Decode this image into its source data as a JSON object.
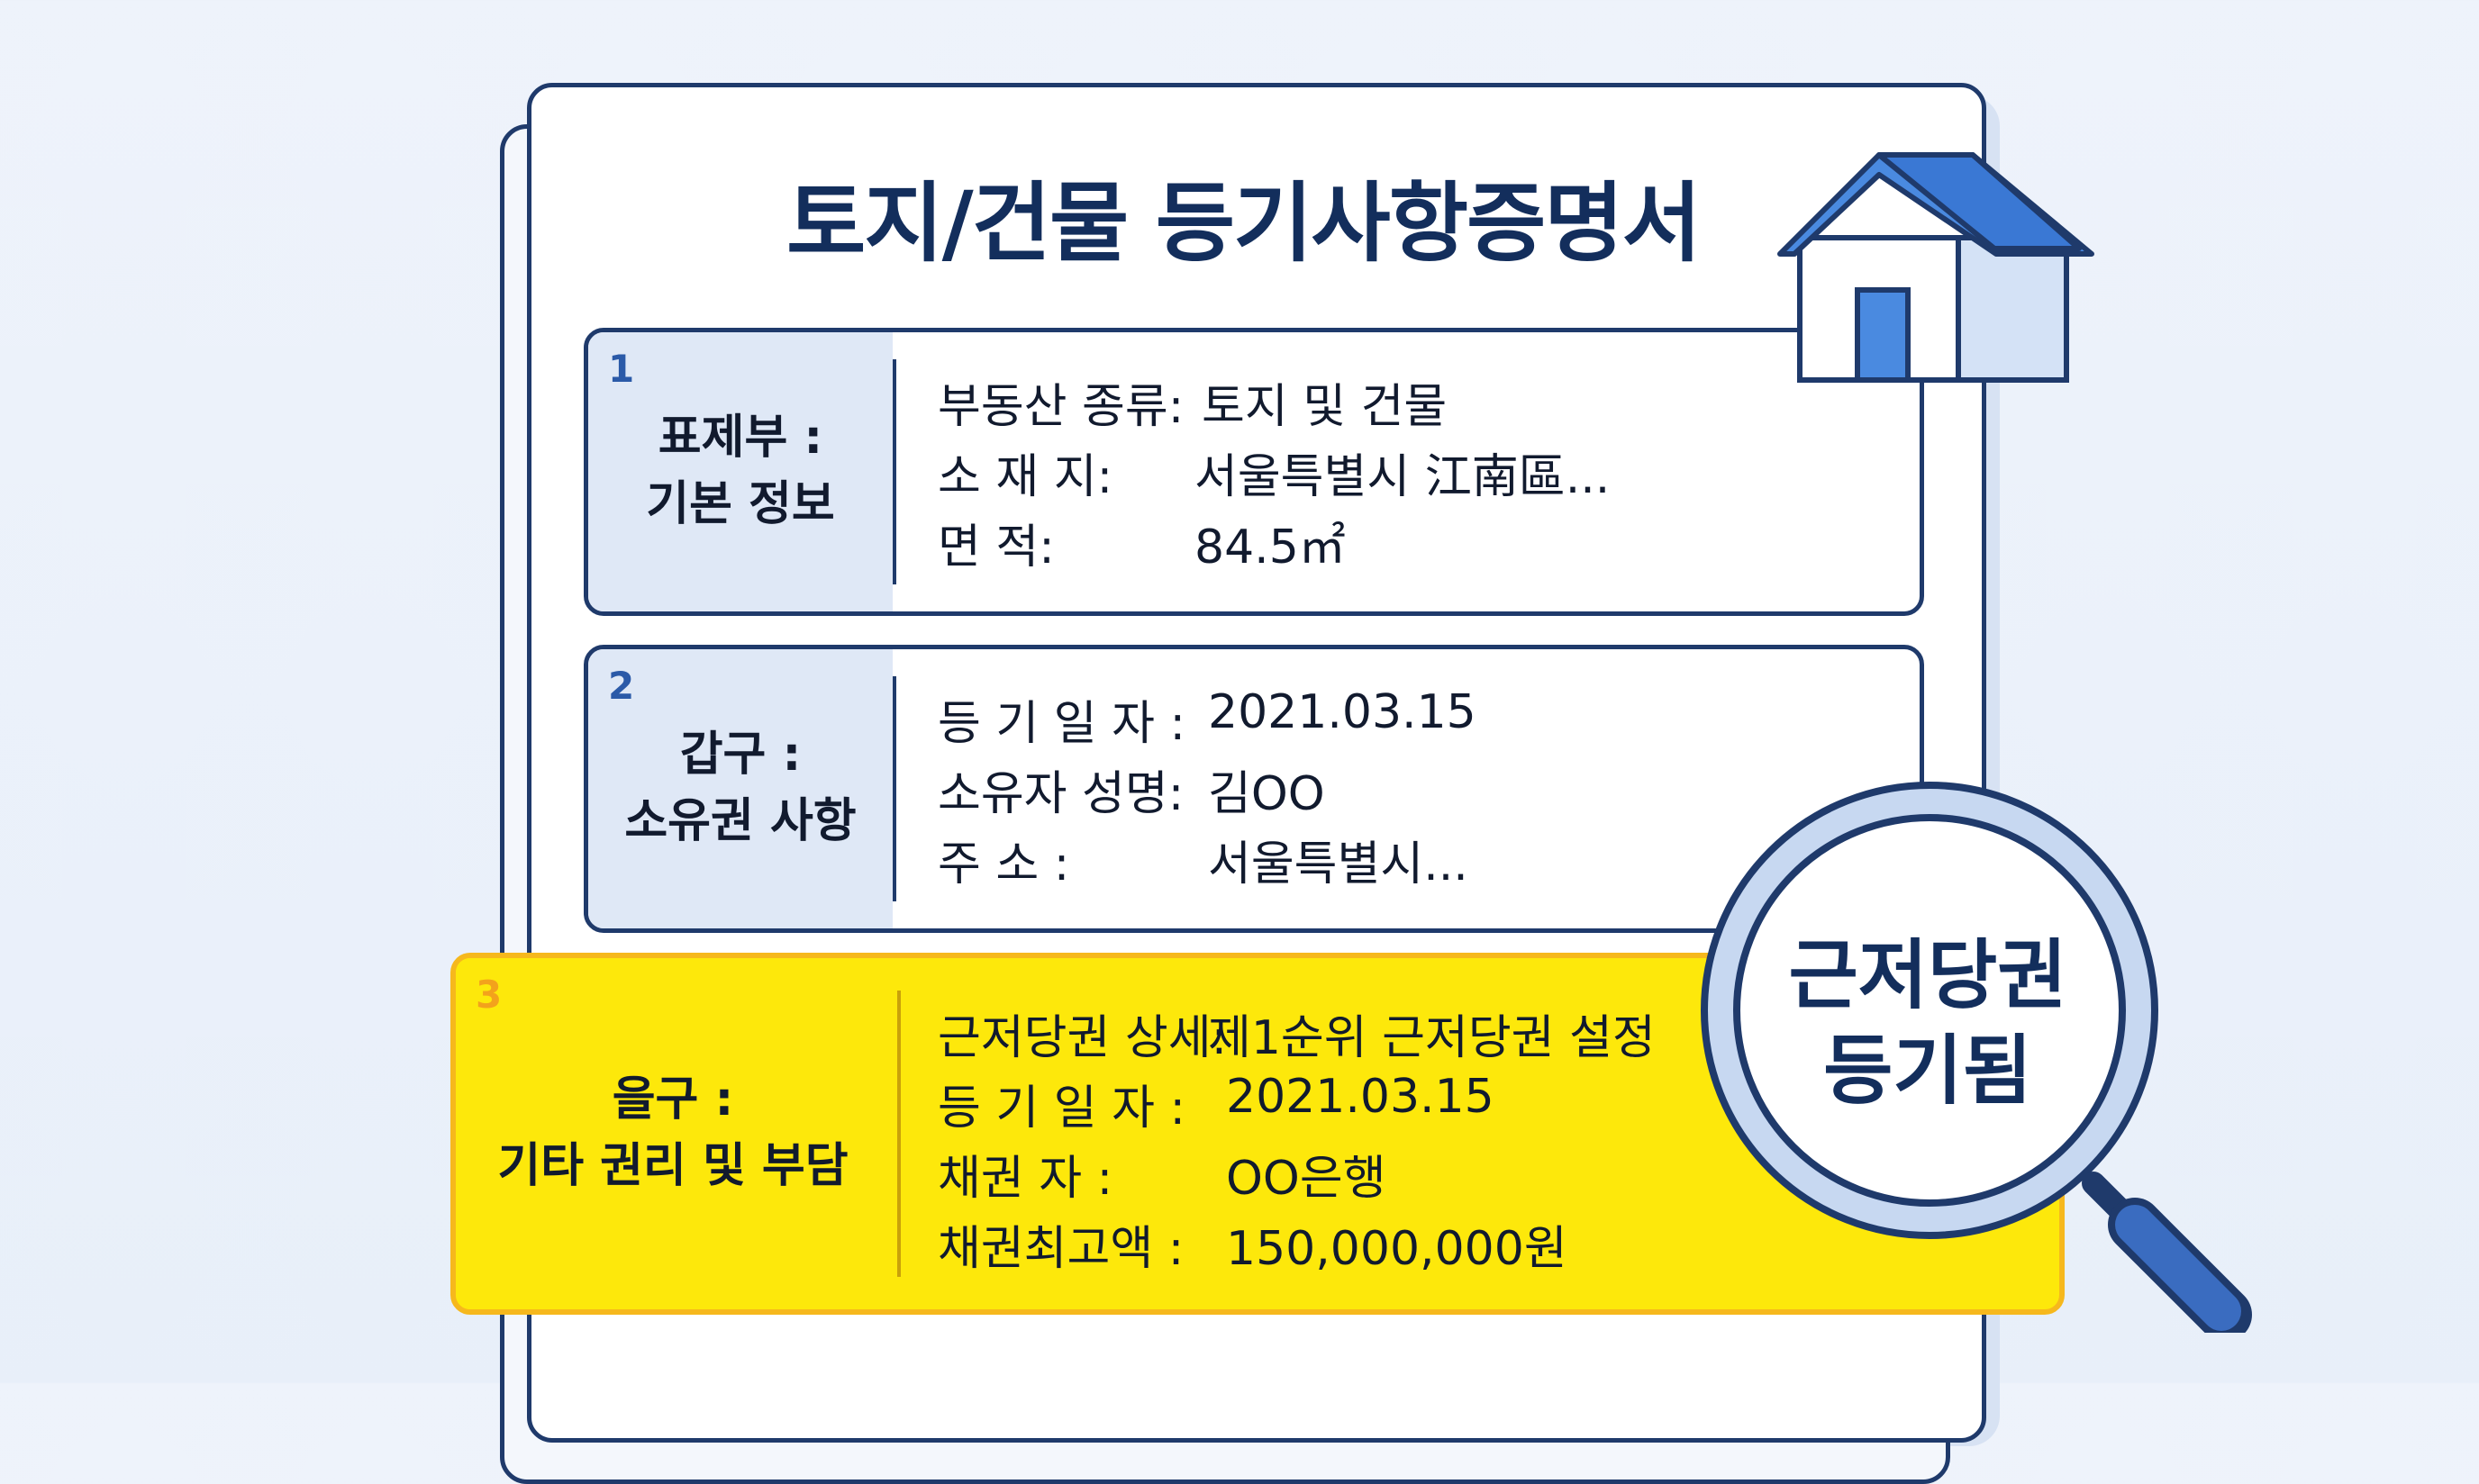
{
  "title": "토지/건물 등기사항증명서",
  "sections": [
    {
      "number": "1",
      "heading_line1": "표제부 :",
      "heading_line2": "기본 정보",
      "rows": [
        {
          "key": "부동산 종류:",
          "value": "토지 및 건물"
        },
        {
          "key": "소      재 지:",
          "value": "서울특별시 江南區..."
        },
        {
          "key": "면            적:",
          "value": "84.5㎡"
        }
      ]
    },
    {
      "number": "2",
      "heading_line1": "갑구 :",
      "heading_line2": "소유권 사항",
      "rows": [
        {
          "key": "등 기 일 자 :",
          "value": "2021.03.15"
        },
        {
          "key": "소유자 성명:",
          "value": "김OO"
        },
        {
          "key": "주            소 :",
          "value": "서울특별시..."
        }
      ]
    },
    {
      "number": "3",
      "heading_line1": "을구 :",
      "heading_line2": "기타 권리 및 부담",
      "rows": [
        {
          "key": "근저당권 상세:",
          "value": "제1순위 근저당권 설정"
        },
        {
          "key": "등 기 일 자 :",
          "value": "2021.03.15"
        },
        {
          "key": "채권        자 :",
          "value": "OO은행"
        },
        {
          "key": "채권최고액 :",
          "value": "150,000,000원"
        }
      ]
    }
  ],
  "magnifier": {
    "line1": "근저당권",
    "line2": "등기됨"
  },
  "colors": {
    "highlight": "#fde80b",
    "navy": "#1f3a6b",
    "accent_blue": "#4a8ae0"
  },
  "icons": [
    "house-icon",
    "magnifier-icon"
  ]
}
